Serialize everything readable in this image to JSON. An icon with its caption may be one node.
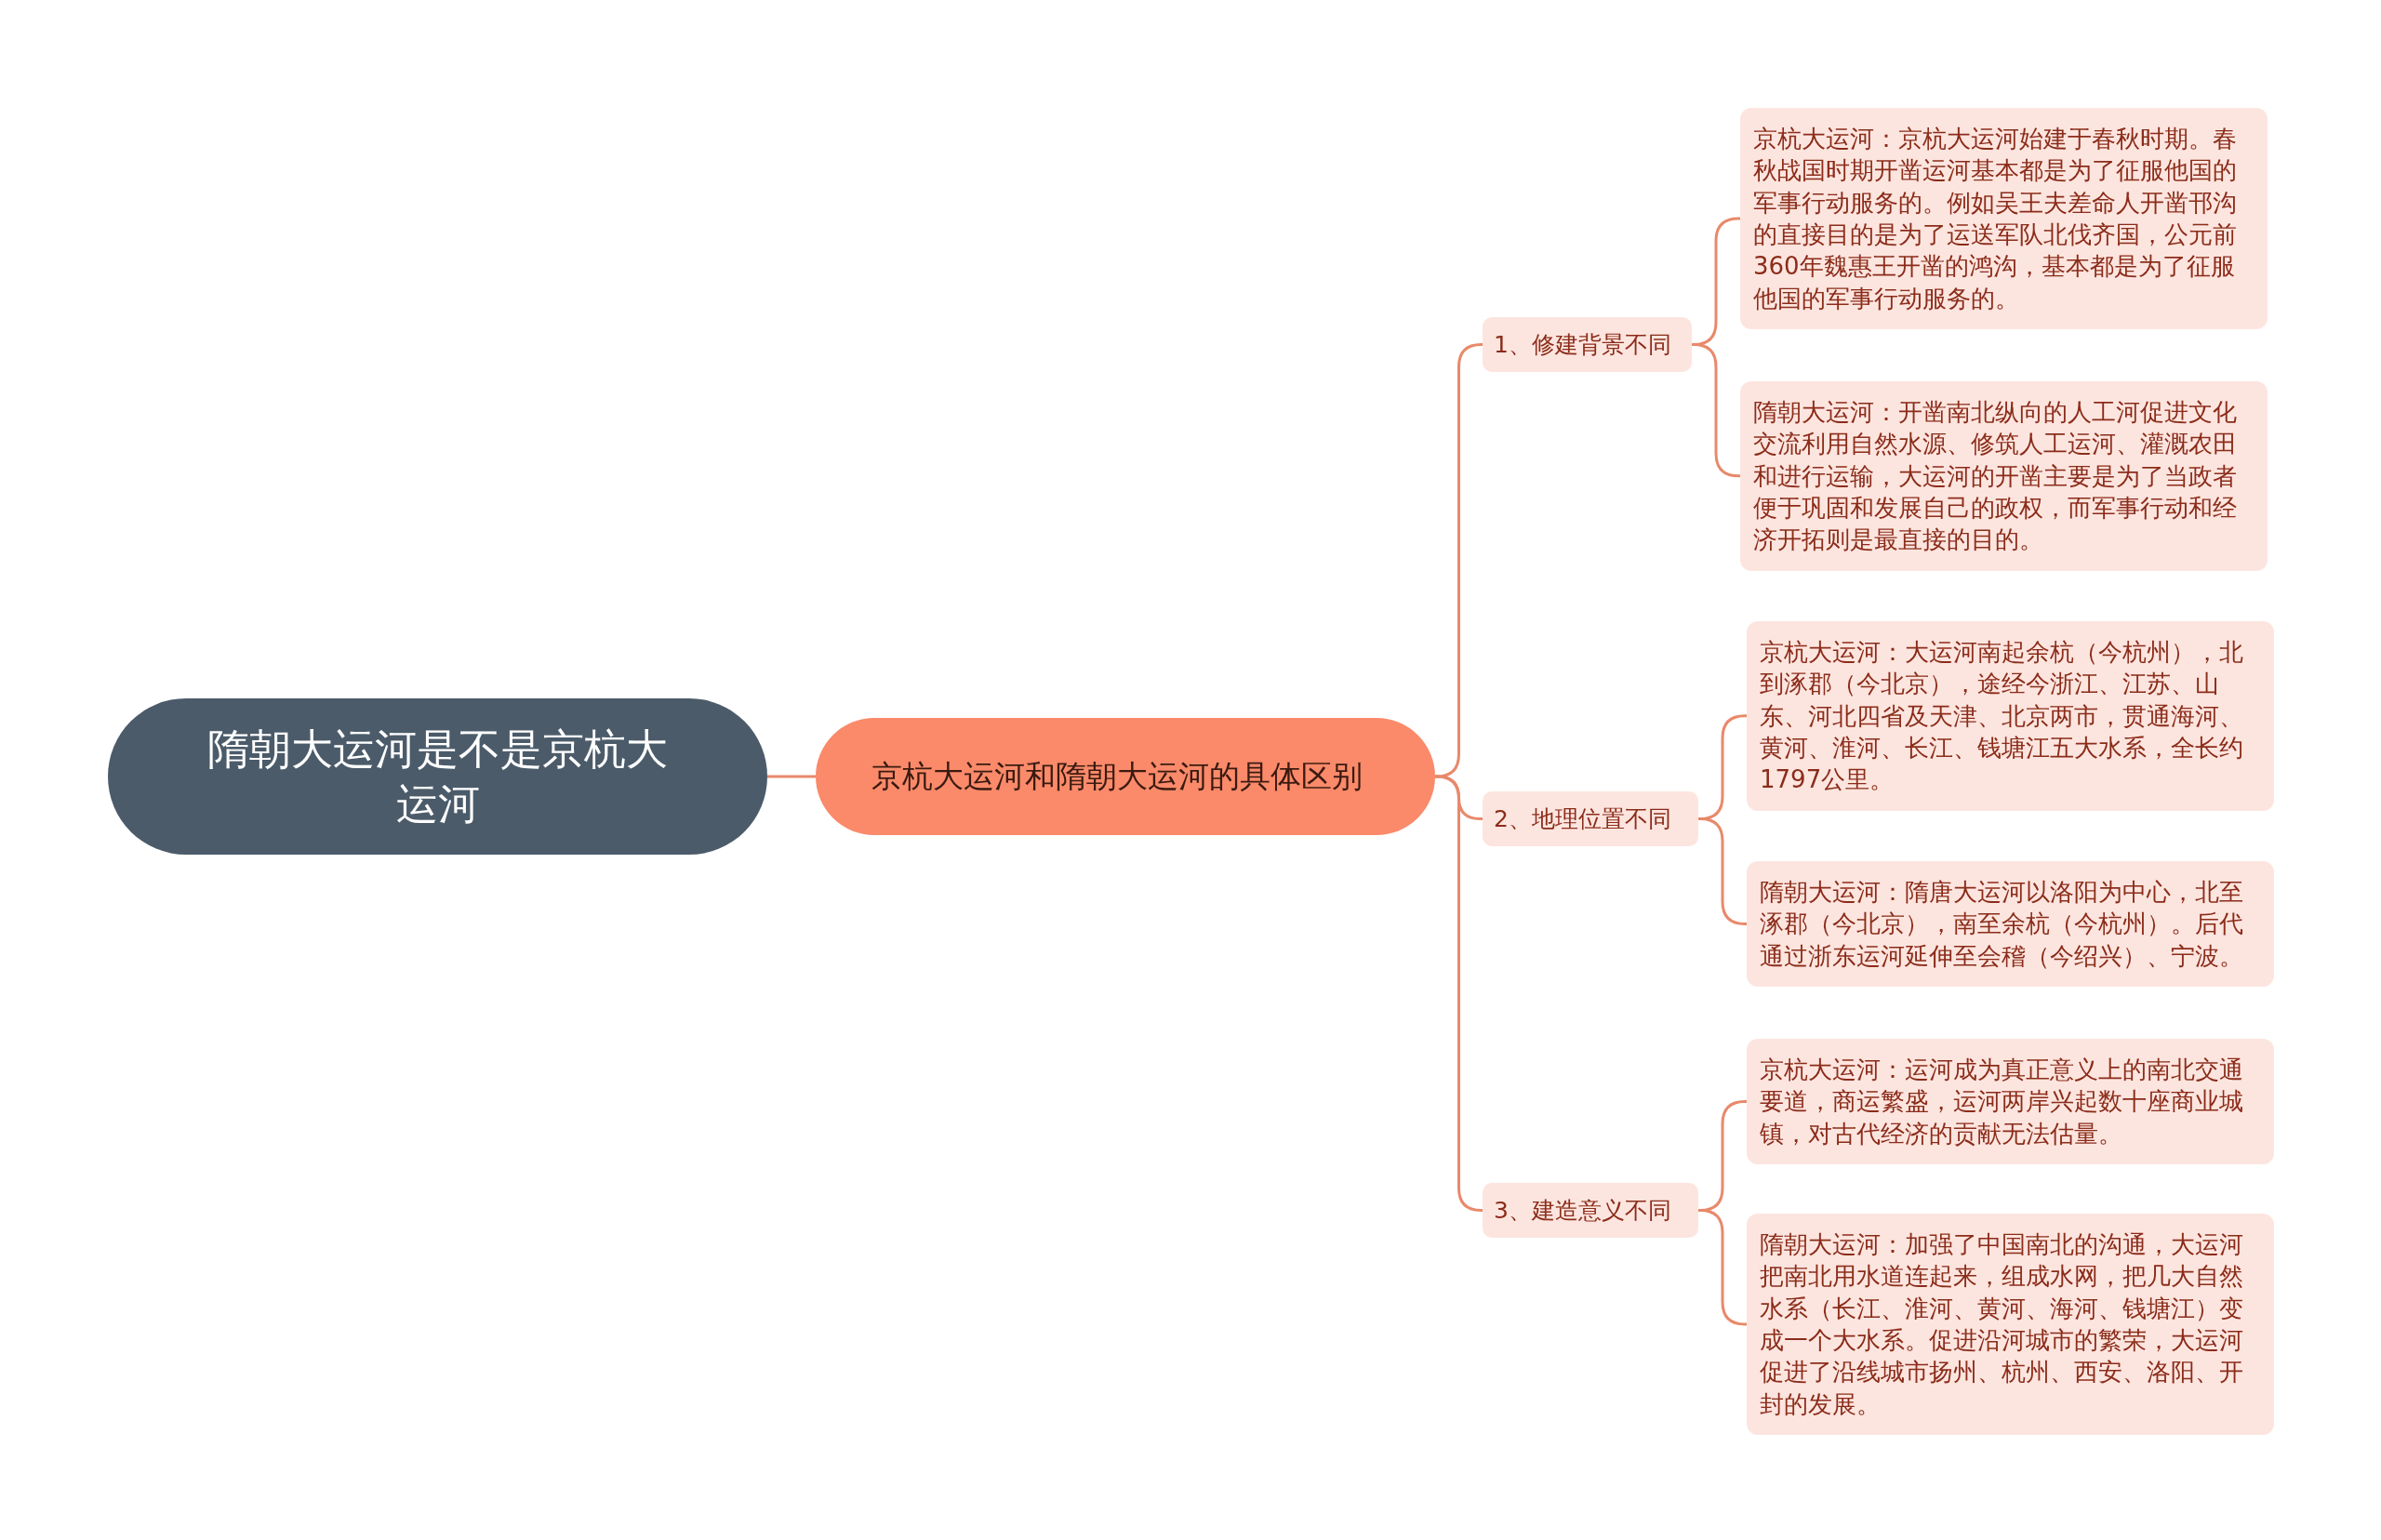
{
  "diagram": {
    "nodes": [
      {
        "text": [
          "隋朝大运河是不是京杭大运河"
        ]
      },
      {
        "text": [
          "京杭大运河和隋朝大运河的具体区别"
        ]
      },
      {
        "text": [
          "1、修建背景不同"
        ]
      },
      {
        "text": [
          "2、地理位置不同"
        ]
      },
      {
        "text": [
          "3、建造意义不同"
        ]
      },
      {
        "text": [
          "京杭大运河：京杭大运河始建于春秋时期。春秋战国时期开凿运河基本都是为了征服他国的军事行动服务的。例如吴王夫差命人开凿邗沟的直接目的是为了运送军队北伐齐国，公元前360年魏惠王开凿的鸿沟，基本都是为了征服他国的军事行动服务的。"
        ]
      },
      {
        "text": [
          "隋朝大运河：开凿南北纵向的人工河促进文化交流利用自然水源、修筑人工运河、灌溉农田和进行运输，大运河的开凿主要是为了当政者便于巩固和发展自己的政权，而军事行动和经济开拓则是最直接的目的。"
        ]
      },
      {
        "text": [
          "京杭大运河：大运河南起余杭（今杭州），北到涿郡（今北京），途经今浙江、江苏、山东、河北四省及天津、北京两市，贯通海河、黄河、淮河、长江、钱塘江五大水系，全长约1797公里。"
        ]
      },
      {
        "text": [
          "隋朝大运河：隋唐大运河以洛阳为中心，北至涿郡（今北京），南至余杭（今杭州）。后代通过浙东运河延伸至会稽（今绍兴）、宁波。"
        ]
      },
      {
        "text": [
          "京杭大运河：运河成为真正意义上的南北交通要道，商运繁盛，运河两岸兴起数十座商业城镇，对古代经济的贡献无法估量。"
        ]
      },
      {
        "text": [
          "隋朝大运河：加强了中国南北的沟通，大运河把南北用水道连起来，组成水网，把几大自然水系（长江、淮河、黄河、海河、钱塘江）变成一个大水系。促进沿河城市的繁荣，大运河促进了沿线城市扬州、杭州、西安、洛阳、开封的发展。"
        ]
      }
    ],
    "edges": [
      {
        "from": 0,
        "to": 1,
        "arrow": "none"
      },
      {
        "from": 1,
        "to": 2,
        "arrow": "none"
      },
      {
        "from": 1,
        "to": 3,
        "arrow": "none"
      },
      {
        "from": 1,
        "to": 4,
        "arrow": "none"
      },
      {
        "from": 2,
        "to": 5,
        "arrow": "none"
      },
      {
        "from": 2,
        "to": 6,
        "arrow": "none"
      },
      {
        "from": 3,
        "to": 7,
        "arrow": "none"
      },
      {
        "from": 3,
        "to": 8,
        "arrow": "none"
      },
      {
        "from": 4,
        "to": 9,
        "arrow": "none"
      },
      {
        "from": 4,
        "to": 10,
        "arrow": "none"
      }
    ]
  }
}
